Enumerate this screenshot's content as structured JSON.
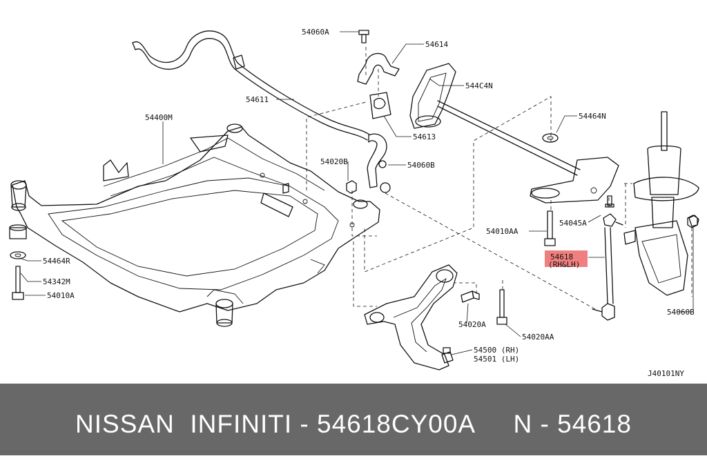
{
  "diagram": {
    "code": "J40101NY",
    "highlight_color": "#f08080",
    "labels": {
      "p54060A": "54060A",
      "p54614": "54614",
      "p544C4N": "544C4N",
      "p54611": "54611",
      "p54613": "54613",
      "p54400M": "54400M",
      "p54464N": "54464N",
      "p54020B": "54020B",
      "p54060B_top": "54060B",
      "p54010AA": "54010AA",
      "p54045A": "54045A",
      "p54618": "54618",
      "p54618_sub": "(RH&LH)",
      "p54464R": "54464R",
      "p54342M": "54342M",
      "p54010A": "54010A",
      "p54020A": "54020A",
      "p54020AA": "54020AA",
      "p54500": "54500 (RH)",
      "p54501": "54501 (LH)",
      "p54060B_right": "54060B"
    }
  },
  "footer": {
    "title": "NISSAN  INFINITI - 54618CY00A     N - 54618",
    "background": "#686868"
  }
}
